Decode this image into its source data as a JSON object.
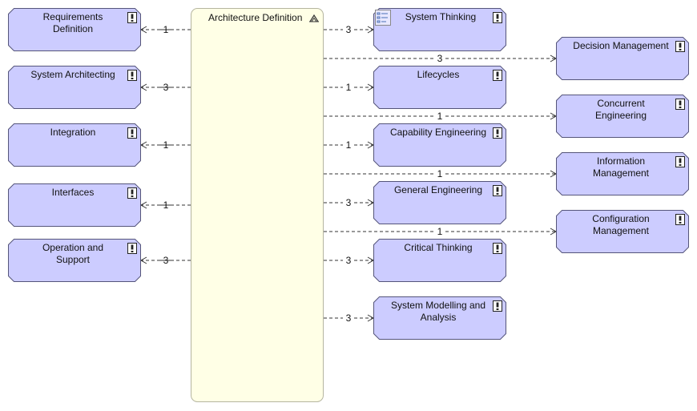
{
  "center": {
    "label": "Architecture Definition",
    "icon": "collapse-chevron-icon"
  },
  "colors": {
    "node_fill": "#ccccff",
    "node_stroke": "#55557a",
    "center_fill": "#ffffe6",
    "center_stroke": "#b5b5a0",
    "line": "#333333"
  },
  "left_nodes": [
    {
      "id": "requirements-definition",
      "label_lines": [
        "Requirements",
        "Definition"
      ],
      "mult": "1"
    },
    {
      "id": "system-architecting",
      "label_lines": [
        "System Architecting"
      ],
      "mult": "3"
    },
    {
      "id": "integration",
      "label_lines": [
        "Integration"
      ],
      "mult": "1"
    },
    {
      "id": "interfaces",
      "label_lines": [
        "Interfaces"
      ],
      "mult": "1"
    },
    {
      "id": "operation-and-support",
      "label_lines": [
        "Operation and",
        "Support"
      ],
      "mult": "3"
    }
  ],
  "middle_nodes": [
    {
      "id": "system-thinking",
      "label_lines": [
        "System Thinking"
      ],
      "mult": "3",
      "icon": "module-icon"
    },
    {
      "id": "lifecycles",
      "label_lines": [
        "Lifecycles"
      ],
      "mult": "1"
    },
    {
      "id": "capability-engineering",
      "label_lines": [
        "Capability Engineering"
      ],
      "mult": "1"
    },
    {
      "id": "general-engineering",
      "label_lines": [
        "General Engineering"
      ],
      "mult": "3"
    },
    {
      "id": "critical-thinking",
      "label_lines": [
        "Critical Thinking"
      ],
      "mult": "3"
    },
    {
      "id": "system-modelling-and-analysis",
      "label_lines": [
        "System Modelling and",
        "Analysis"
      ],
      "mult": "3"
    }
  ],
  "right_nodes": [
    {
      "id": "decision-management",
      "label_lines": [
        "Decision Management"
      ],
      "mult": "3"
    },
    {
      "id": "concurrent-engineering",
      "label_lines": [
        "Concurrent",
        "Engineering"
      ],
      "mult": "1"
    },
    {
      "id": "information-management",
      "label_lines": [
        "Information",
        "Management"
      ],
      "mult": "1"
    },
    {
      "id": "configuration-management",
      "label_lines": [
        "Configuration",
        "Management"
      ],
      "mult": "1"
    }
  ],
  "badge_icon": "requirement-exclamation-icon"
}
